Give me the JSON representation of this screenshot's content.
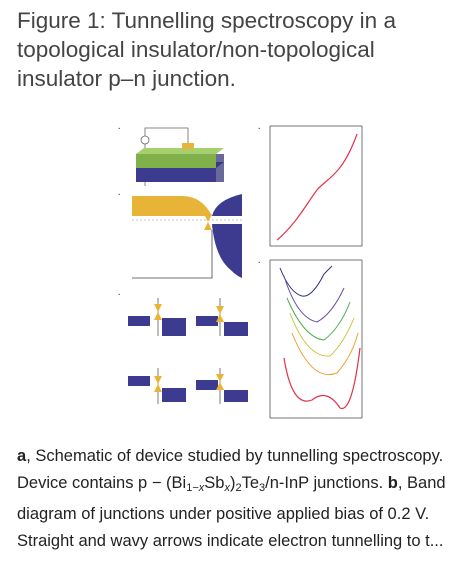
{
  "title": "Figure 1: Tunnelling spectroscopy in a topological insulator/non-topological insulator p–n junction.",
  "caption": {
    "a_letter": "a",
    "a_text_1": ", Schematic of device studied by tunnelling spectroscopy. Device contains p − (Bi",
    "sub_1minus": "1−",
    "x_italic": "x",
    "sb_text": "Sb",
    "sub_x": "x",
    "paren_close": ")",
    "sub_2": "2",
    "te_text": "Te",
    "sub_3": "3",
    "a_text_2": "/n-InP junctions. ",
    "b_letter": "b",
    "b_text": ", Band diagram of junctions under positive applied bias of 0.2 V. Straight and wavy arrows indicate electron tunnelling to t..."
  },
  "figure": {
    "panel_labels": [
      "a",
      "b",
      "c",
      "d",
      "e",
      "f"
    ],
    "colors": {
      "yellow": "#e8b437",
      "navy": "#3c3b8f",
      "green": "#7fb04a",
      "red_curve": "#e2344c",
      "orange_curve": "#f0a030",
      "yellowgreen_curve": "#c8c83a",
      "green_curve": "#4cae4c",
      "violet_curve": "#6a4fa0",
      "navy_curve": "#2d3080"
    }
  }
}
